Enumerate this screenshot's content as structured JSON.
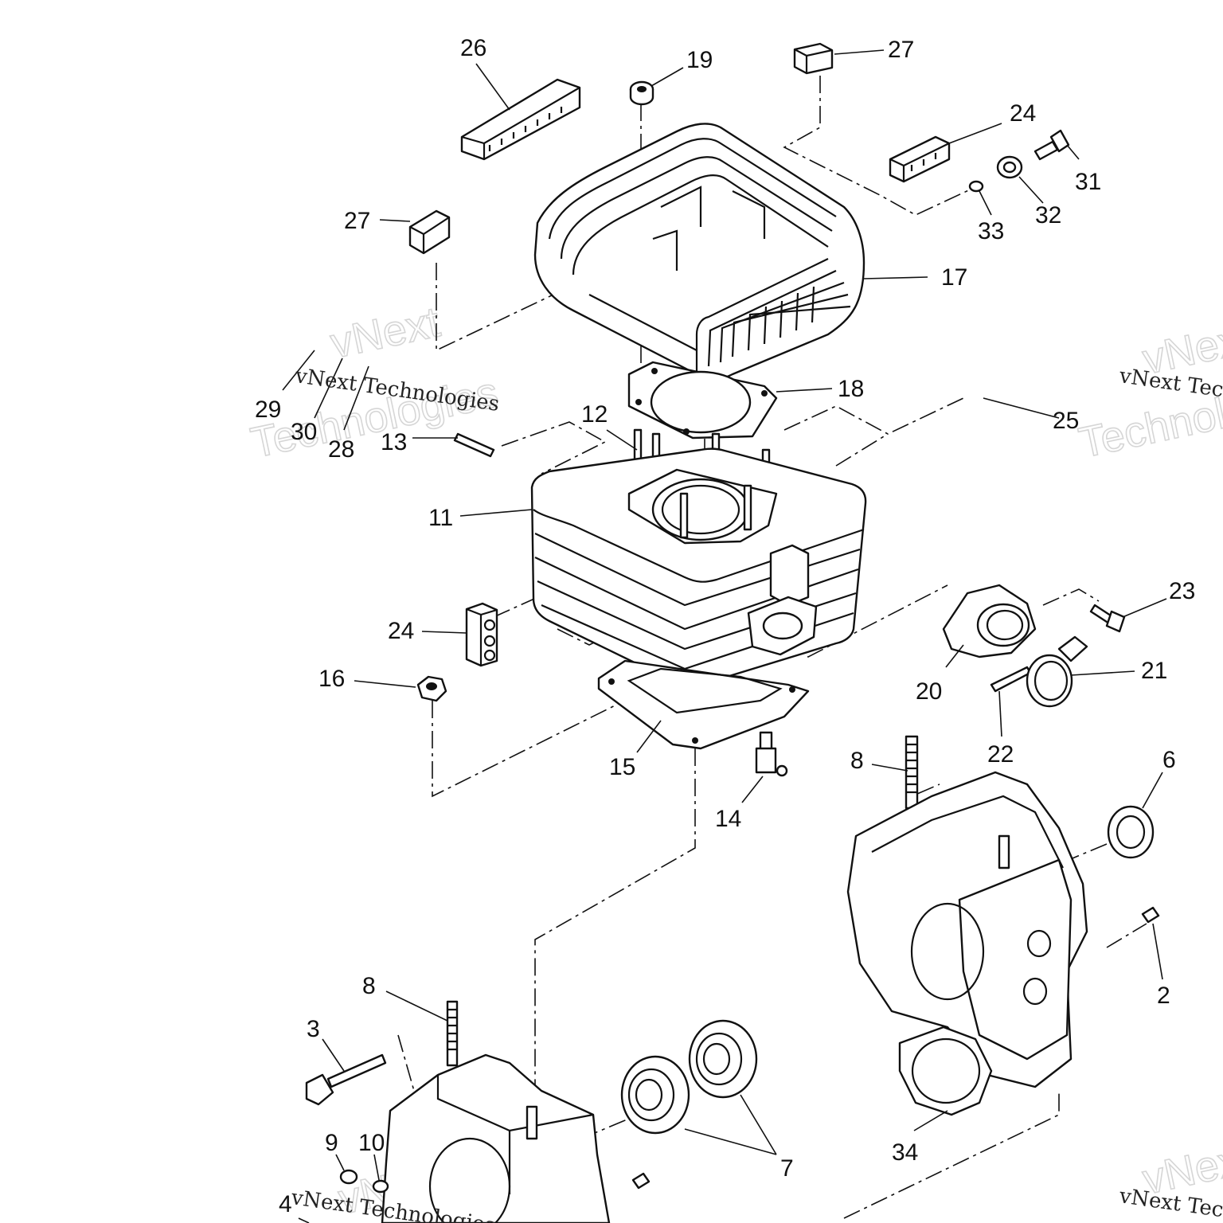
{
  "callouts": {
    "n26": "26",
    "n19": "19",
    "n27a": "27",
    "n24a": "24",
    "n31": "31",
    "n32": "32",
    "n33": "33",
    "n27b": "27",
    "n17": "17",
    "n18": "18",
    "n25": "25",
    "n29": "29",
    "n30": "30",
    "n28": "28",
    "n13": "13",
    "n12": "12",
    "n11": "11",
    "n23": "23",
    "n24b": "24",
    "n16": "16",
    "n21": "21",
    "n20": "20",
    "n22": "22",
    "n15": "15",
    "n14": "14",
    "n8a": "8",
    "n6": "6",
    "n2": "2",
    "n8b": "8",
    "n3": "3",
    "n9": "9",
    "n10": "10",
    "n7": "7",
    "n34": "34",
    "n4": "4"
  },
  "watermark": {
    "line1": "vNext Technologies",
    "word1": "vNext",
    "word2": "Technologies"
  }
}
